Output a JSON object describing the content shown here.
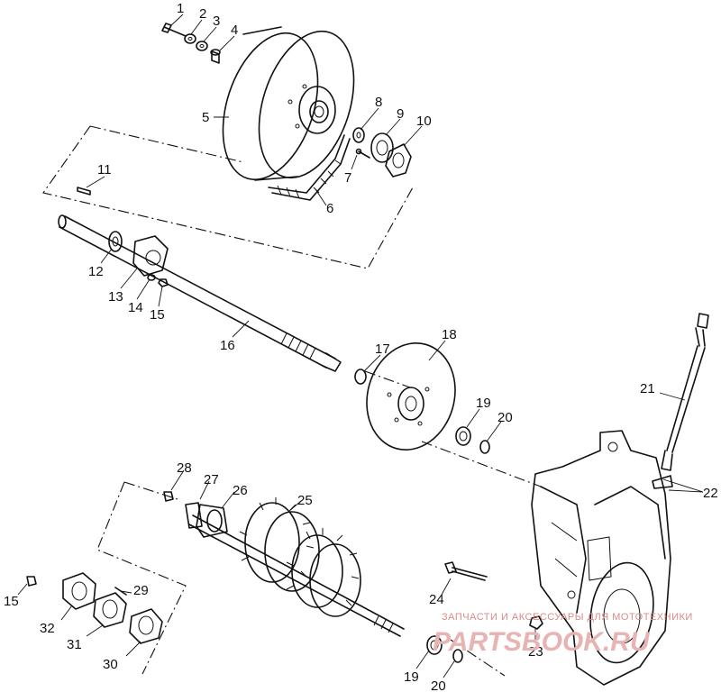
{
  "callouts": {
    "n1": "1",
    "n2": "2",
    "n3": "3",
    "n4": "4",
    "n5": "5",
    "n6": "6",
    "n7": "7",
    "n8": "8",
    "n9": "9",
    "n10": "10",
    "n11": "11",
    "n12": "12",
    "n13": "13",
    "n14": "14",
    "n15a": "15",
    "n15b": "15",
    "n16": "16",
    "n17": "17",
    "n18": "18",
    "n19a": "19",
    "n19b": "19",
    "n20a": "20",
    "n20b": "20",
    "n21": "21",
    "n22": "22",
    "n23": "23",
    "n24": "24",
    "n25": "25",
    "n26": "26",
    "n27": "27",
    "n28": "28",
    "n29": "29",
    "n30": "30",
    "n31": "31",
    "n32": "32"
  },
  "watermark": {
    "tagline": "ЗАПЧАСТИ И АКСЕССУАРЫ ДЛЯ МОТОТЕХНИКИ",
    "brand": "PARTSBOOK.RU"
  }
}
